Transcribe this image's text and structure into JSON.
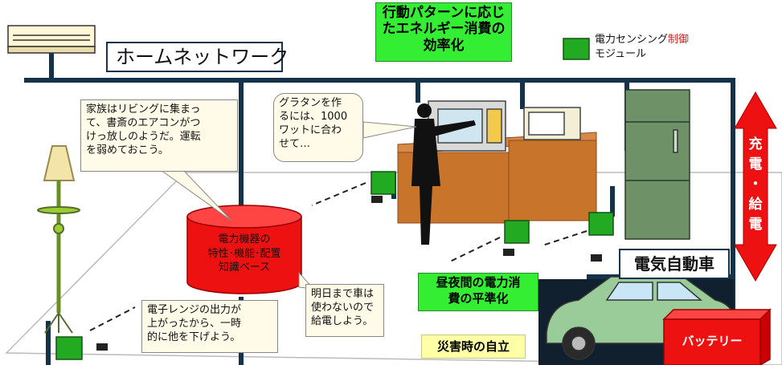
{
  "network": {
    "label": "ホームネットワーク"
  },
  "legend": {
    "line1": "電力センシング",
    "highlight": "制御",
    "line2": "モジュール"
  },
  "headline": "行動パターンに応じ\nたエネルギー消費の\n効率化",
  "bubbles": {
    "family": "家族はリビングに集まっ\nて、書斎のエアコンがつ\nけっ放しのようだ。運転\nを弱めておこう。",
    "gratin": "グラタンを作\nるには、1000\nワットに合わ\nせて…",
    "microwave": "電子レンジの出力が\n上がったから、一時\n的に他を下げよう。",
    "car_plan": "明日まで車は\n使わないので\n給電しよう。"
  },
  "database": "電力機器の\n特性･機能･配置\n知識ベース",
  "peak": "昼夜間の電力消\n費の平準化",
  "disaster": "災害時の自立",
  "ev": "電気自動車",
  "battery": "バッテリー",
  "arrow": [
    "充",
    "電",
    "・",
    "給",
    "電"
  ],
  "colors": {
    "network_line": "#14324a",
    "module_green": "#22aa22",
    "highlight_green": "#33ee33",
    "database_red": "#ee1111",
    "arrow_red": "#ee1111",
    "counter_brown": "#c8742a",
    "car_green": "#99cc99",
    "legend_red": "#cc2222",
    "bubble_yellow": "#fffbe8"
  }
}
